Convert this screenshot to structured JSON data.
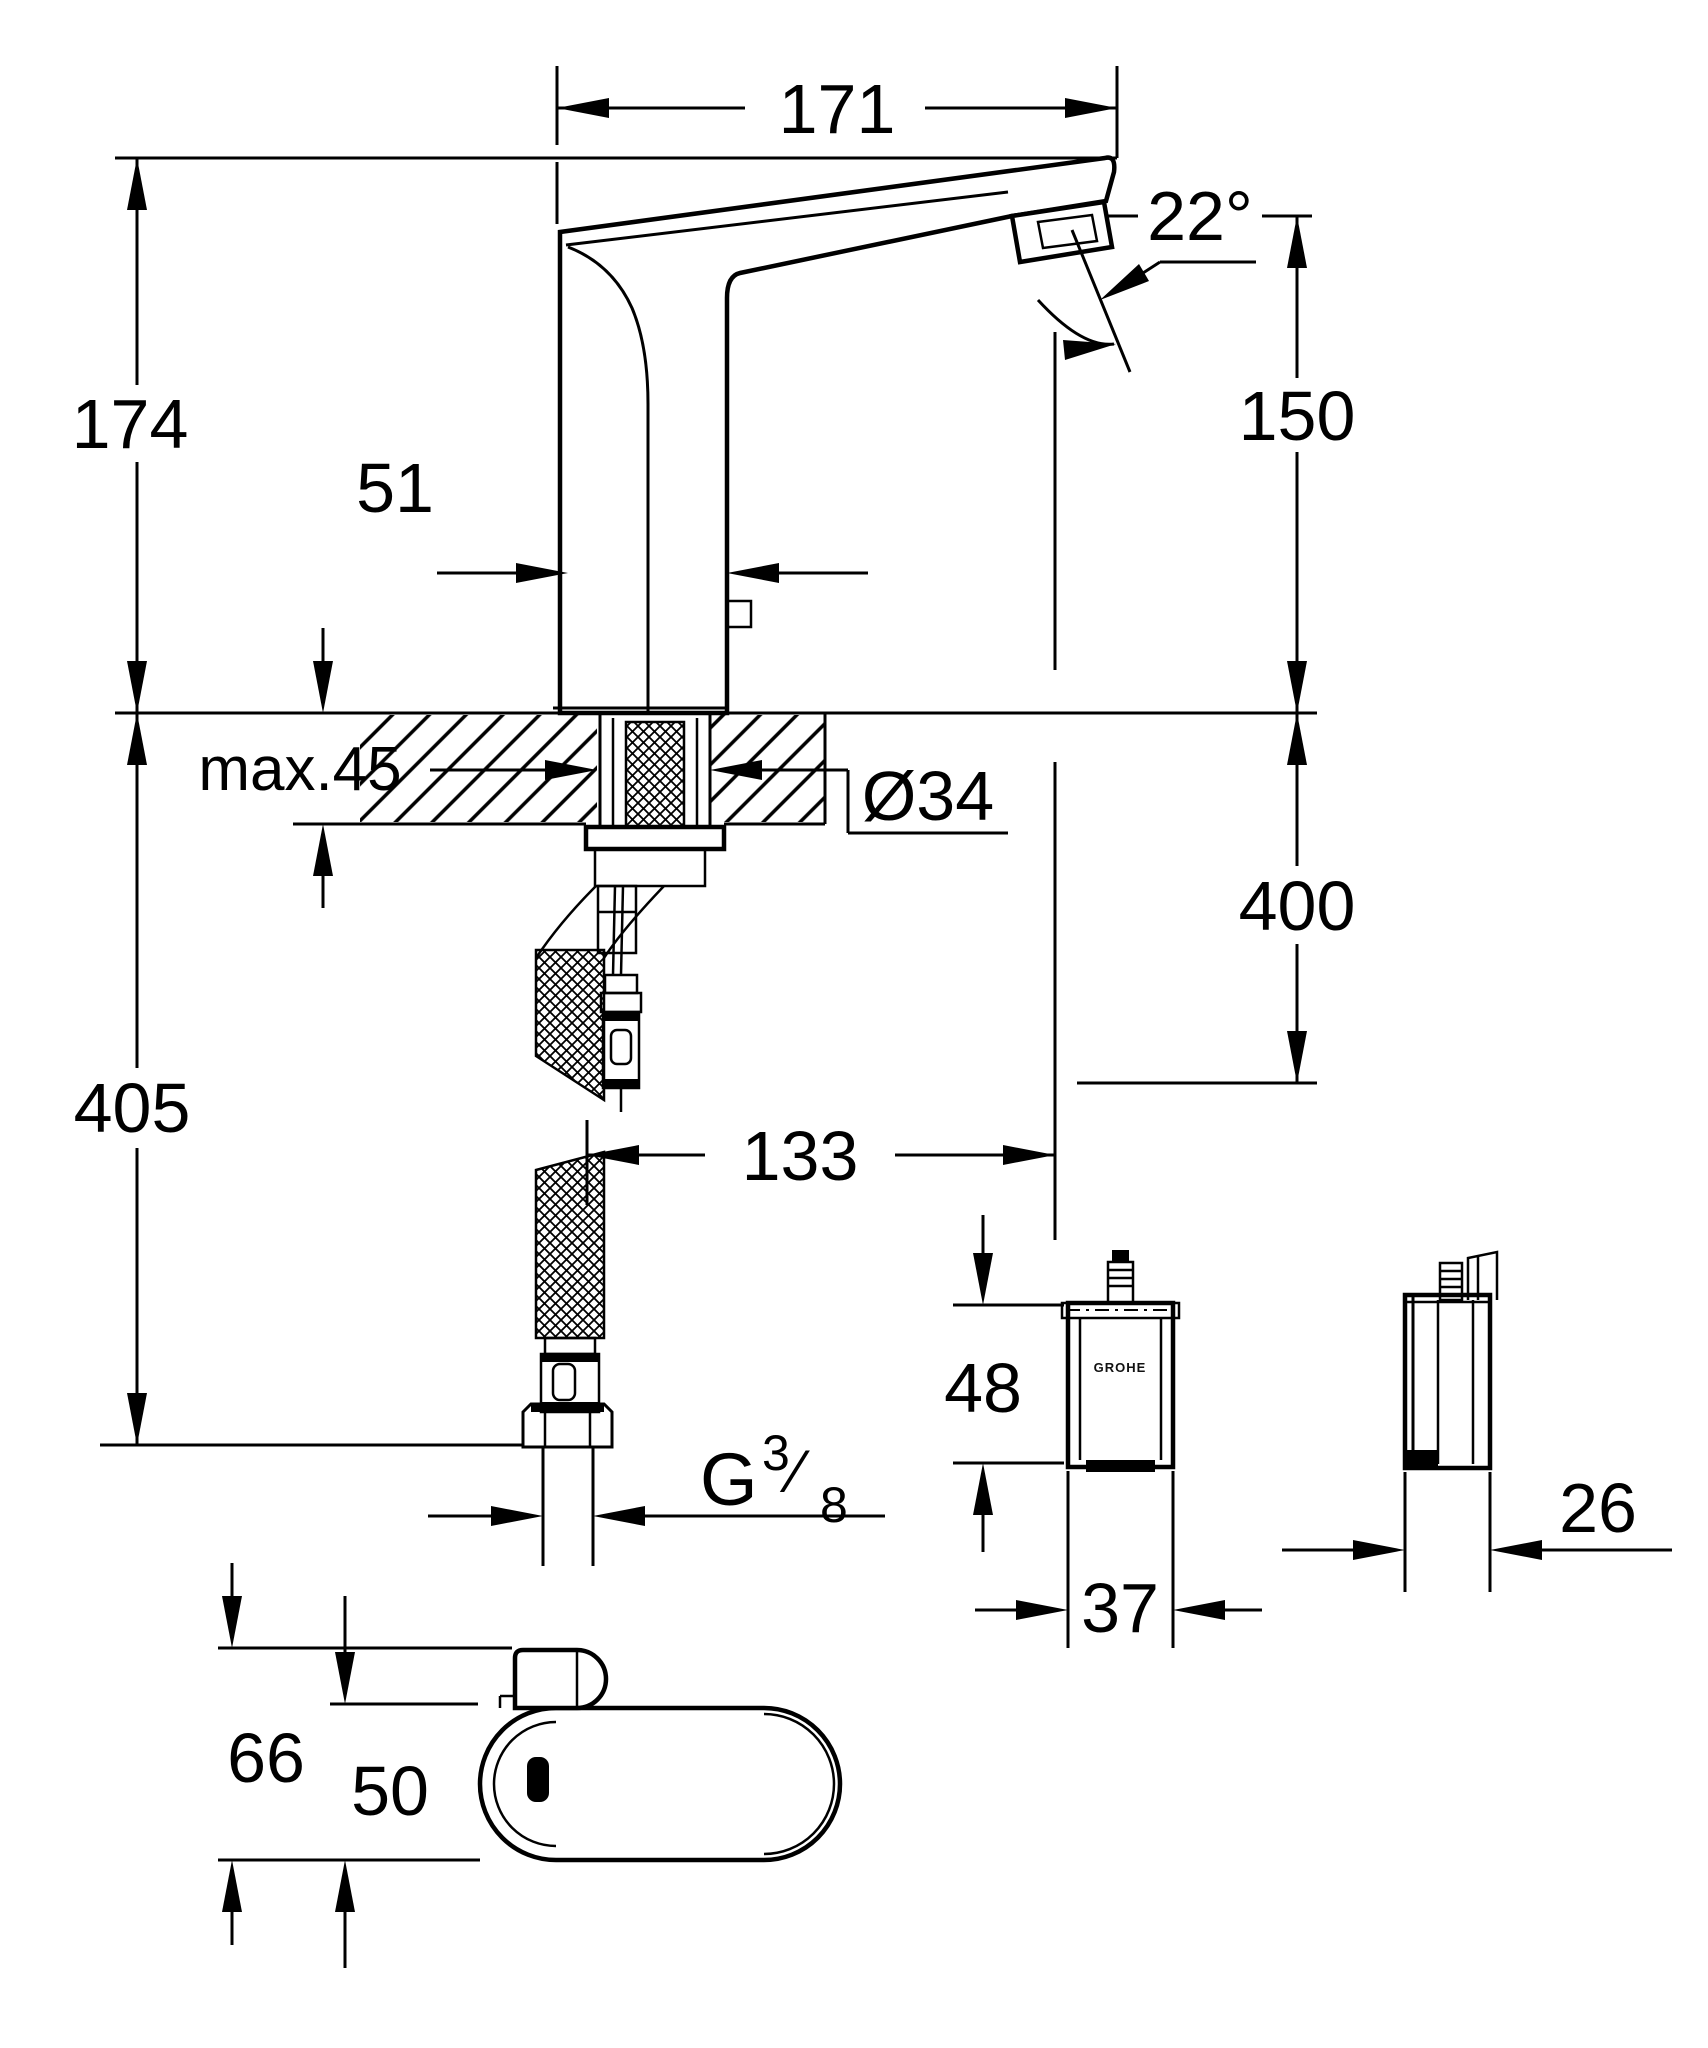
{
  "meta": {
    "type": "technical dimension drawing",
    "subject": "electronic sensor basin mixer faucet with under-counter control box, side view, bottom view and mounting section",
    "units": "mm",
    "ink_color": "#000000",
    "paper_color": "#ffffff"
  },
  "brand": {
    "logo": "GROHE"
  },
  "side_view": {
    "labels": {
      "spout_reach": "171",
      "spout_angle": "22°",
      "height_above_deck": "174",
      "body_depth": "51",
      "outlet_height": "150",
      "deck_thickness_max": "max.45",
      "hole_diameter": "Ø34",
      "hose_length_below_deck": "400",
      "total_below_deck": "405",
      "outlet_horizontal_offset": "133"
    }
  },
  "thread": {
    "g": "G",
    "numerator": "3",
    "slash": "⁄",
    "denominator": "8"
  },
  "control_box": {
    "front": {
      "height": "48",
      "width": "37"
    },
    "side": {
      "depth": "26"
    }
  },
  "bottom_view": {
    "length_with_lever": "66",
    "body_length": "50"
  }
}
